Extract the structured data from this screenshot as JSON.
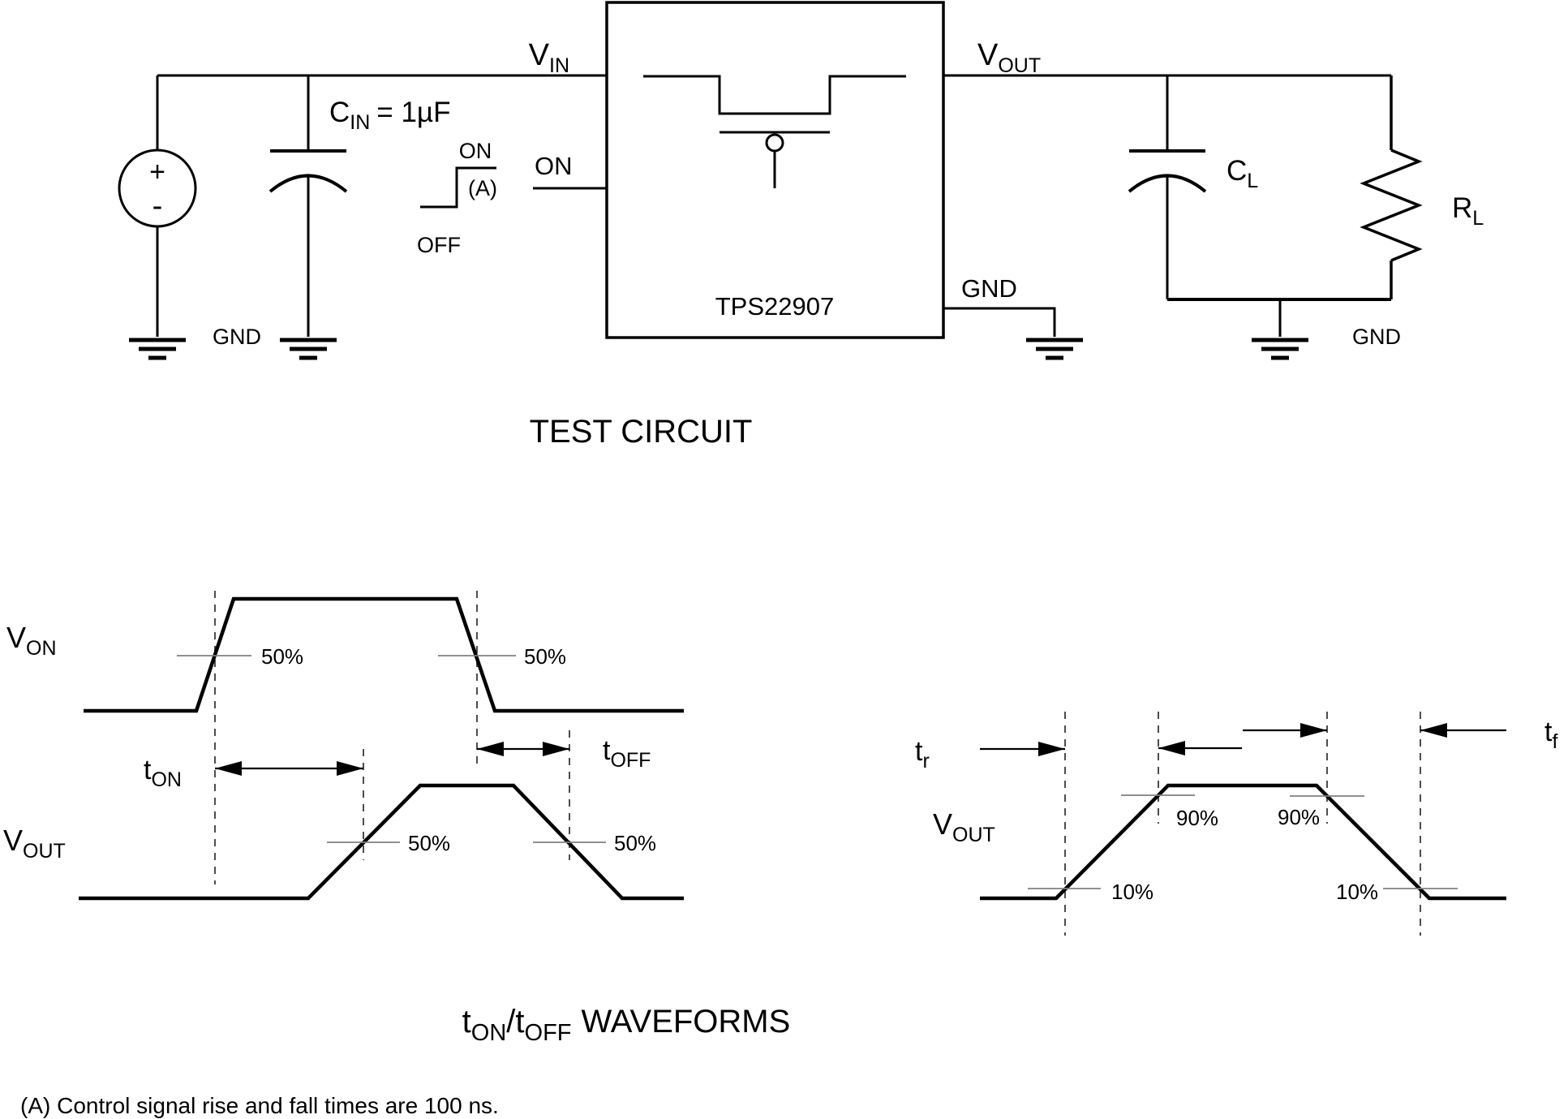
{
  "colors": {
    "background": "#ffffff",
    "line": "#000000",
    "thin_marker": "#808080",
    "dashed": "#4d4d4d"
  },
  "test_circuit": {
    "title": "TEST CIRCUIT",
    "source": {
      "plus": "+",
      "minus": "-"
    },
    "cin_label": {
      "main": "C",
      "sub": "IN",
      "value": "= 1µF"
    },
    "gnd_source": "GND",
    "control_step": {
      "on": "ON",
      "note": "(A)",
      "off": "OFF"
    },
    "pins": {
      "vin": {
        "main": "V",
        "sub": "IN"
      },
      "on": "ON",
      "vout": {
        "main": "V",
        "sub": "OUT"
      },
      "gnd": "GND"
    },
    "ic_name": "TPS22907",
    "cl_label": {
      "main": "C",
      "sub": "L"
    },
    "rl_label": {
      "main": "R",
      "sub": "L"
    },
    "gnd_load": "GND"
  },
  "waveforms": {
    "title": {
      "t1": "t",
      "sub1": "ON",
      "t2": "/t",
      "sub2": "OFF",
      "rest": "WAVEFORMS"
    },
    "von_label": {
      "main": "V",
      "sub": "ON"
    },
    "vout_label": {
      "main": "V",
      "sub": "OUT"
    },
    "vout_right_label": {
      "main": "V",
      "sub": "OUT"
    },
    "t_on": {
      "main": "t",
      "sub": "ON"
    },
    "t_off": {
      "main": "t",
      "sub": "OFF"
    },
    "t_r": {
      "main": "t",
      "sub": "r"
    },
    "t_f": {
      "main": "t",
      "sub": "f"
    },
    "pct_50": "50%",
    "pct_90": "90%",
    "pct_10": "10%"
  },
  "footnote": "(A) Control signal rise and fall times are 100 ns."
}
